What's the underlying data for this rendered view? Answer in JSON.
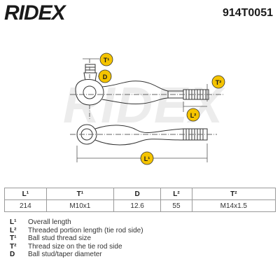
{
  "header": {
    "brand": "RIDEX",
    "part_number": "914T0051"
  },
  "drawing": {
    "callouts": [
      "T¹",
      "D",
      "T²",
      "L²",
      "L¹"
    ]
  },
  "spec_table": {
    "headers": [
      "L¹",
      "T¹",
      "D",
      "L²",
      "T²"
    ],
    "values": [
      "214",
      "M10x1",
      "12.6",
      "55",
      "M14x1.5"
    ]
  },
  "legend": [
    {
      "symbol": "L¹",
      "text": "Overall length"
    },
    {
      "symbol": "L²",
      "text": "Threaded portion length (tie rod side)"
    },
    {
      "symbol": "T¹",
      "text": "Ball stud thread size"
    },
    {
      "symbol": "T²",
      "text": "Thread size on the tie rod side"
    },
    {
      "symbol": "D",
      "text": "Ball stud/taper diameter"
    }
  ],
  "colors": {
    "callout_fill": "#f5c400",
    "logo": "#1a1a1a"
  }
}
